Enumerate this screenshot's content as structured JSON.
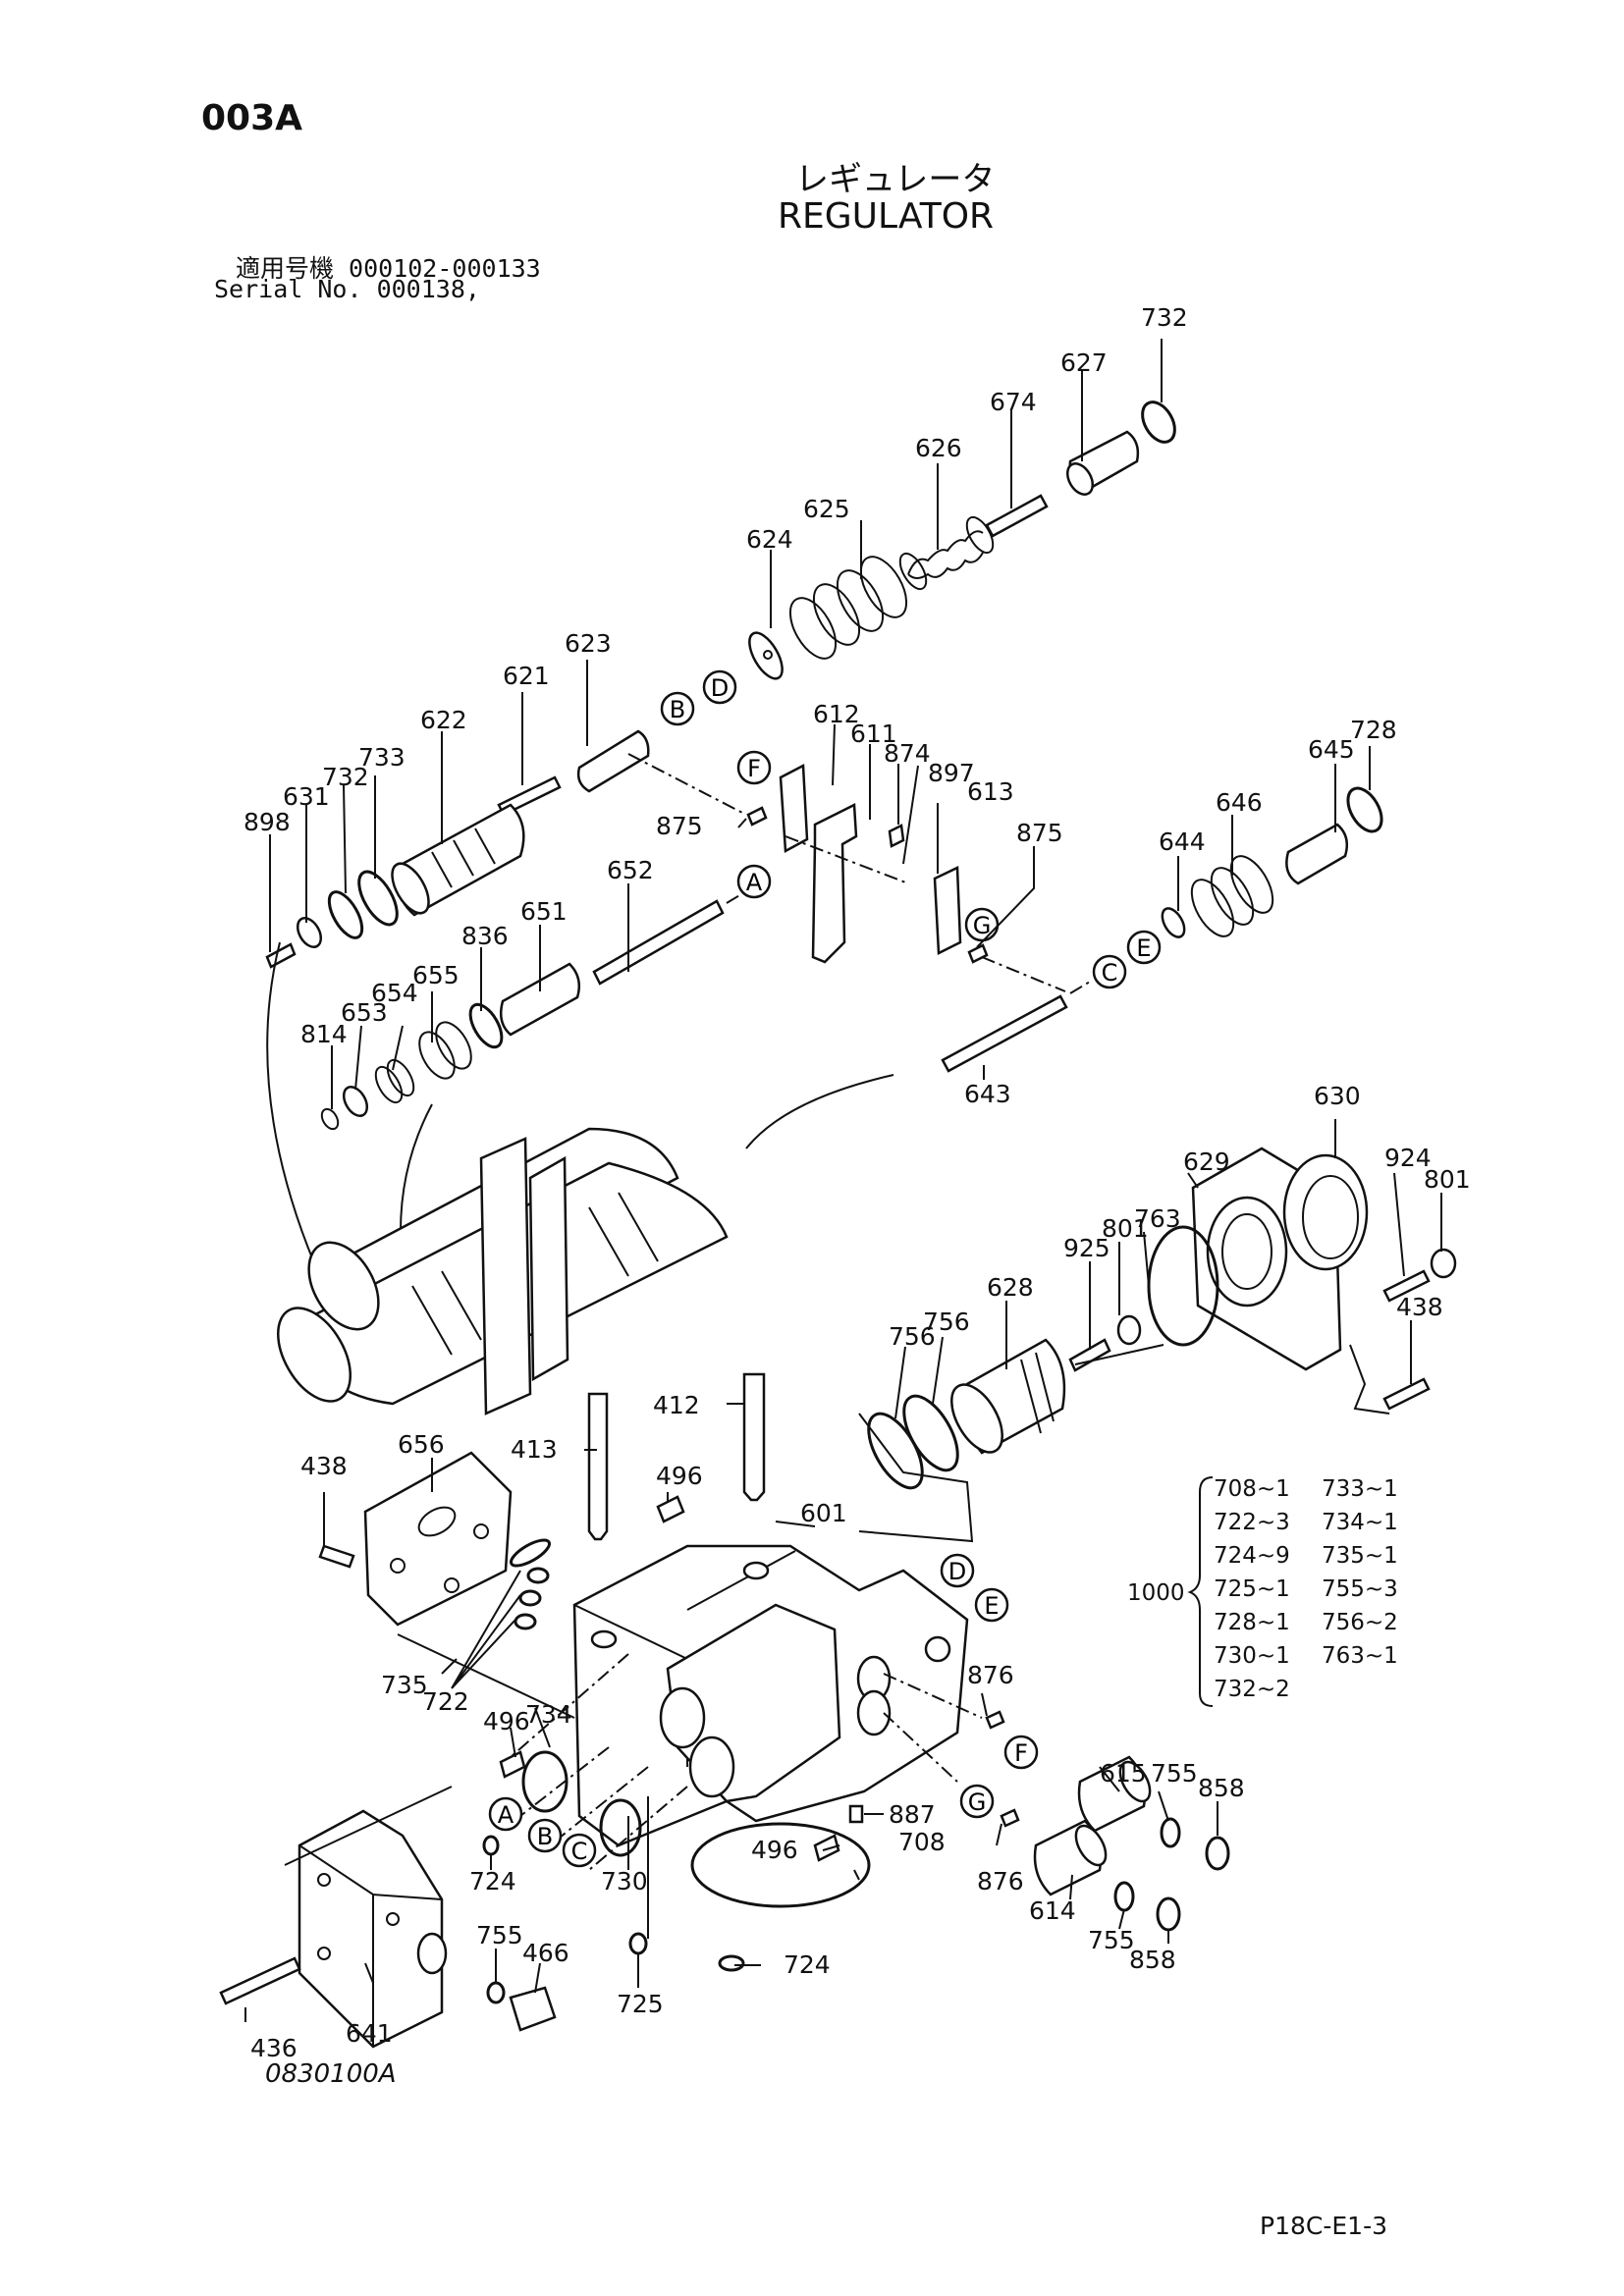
{
  "header": {
    "code": "003A",
    "title_jp": "レギュレータ",
    "title_en": "REGULATOR",
    "serial_jp": "適用号機  000102-000133",
    "serial_en": "Serial No. 000138,"
  },
  "footer": {
    "drawing_no": "0830100A",
    "page_no": "P18C-E1-3"
  },
  "part_labels": [
    {
      "id": "732",
      "text": "732"
    },
    {
      "id": "627",
      "text": "627"
    },
    {
      "id": "674",
      "text": "674"
    },
    {
      "id": "626",
      "text": "626"
    },
    {
      "id": "625",
      "text": "625"
    },
    {
      "id": "624",
      "text": "624"
    },
    {
      "id": "623",
      "text": "623"
    },
    {
      "id": "621",
      "text": "621"
    },
    {
      "id": "622",
      "text": "622"
    },
    {
      "id": "733",
      "text": "733"
    },
    {
      "id": "732b",
      "text": "732"
    },
    {
      "id": "631",
      "text": "631"
    },
    {
      "id": "898",
      "text": "898"
    },
    {
      "id": "612",
      "text": "612"
    },
    {
      "id": "611",
      "text": "611"
    },
    {
      "id": "874",
      "text": "874"
    },
    {
      "id": "897",
      "text": "897"
    },
    {
      "id": "613",
      "text": "613"
    },
    {
      "id": "875a",
      "text": "875"
    },
    {
      "id": "875b",
      "text": "875"
    },
    {
      "id": "728a",
      "text": "728"
    },
    {
      "id": "645",
      "text": "645"
    },
    {
      "id": "646",
      "text": "646"
    },
    {
      "id": "644",
      "text": "644"
    },
    {
      "id": "652",
      "text": "652"
    },
    {
      "id": "651",
      "text": "651"
    },
    {
      "id": "836",
      "text": "836"
    },
    {
      "id": "655",
      "text": "655"
    },
    {
      "id": "654",
      "text": "654"
    },
    {
      "id": "653",
      "text": "653"
    },
    {
      "id": "814",
      "text": "814"
    },
    {
      "id": "643",
      "text": "643"
    },
    {
      "id": "630",
      "text": "630"
    },
    {
      "id": "629",
      "text": "629"
    },
    {
      "id": "924",
      "text": "924"
    },
    {
      "id": "801a",
      "text": "801"
    },
    {
      "id": "763",
      "text": "763"
    },
    {
      "id": "801b",
      "text": "801"
    },
    {
      "id": "925",
      "text": "925"
    },
    {
      "id": "438a",
      "text": "438"
    },
    {
      "id": "628",
      "text": "628"
    },
    {
      "id": "756a",
      "text": "756"
    },
    {
      "id": "756b",
      "text": "756"
    },
    {
      "id": "413",
      "text": "413"
    },
    {
      "id": "412",
      "text": "412"
    },
    {
      "id": "438b",
      "text": "438"
    },
    {
      "id": "656",
      "text": "656"
    },
    {
      "id": "496a",
      "text": "496"
    },
    {
      "id": "601",
      "text": "601"
    },
    {
      "id": "735",
      "text": "735"
    },
    {
      "id": "722",
      "text": "722"
    },
    {
      "id": "496b",
      "text": "496"
    },
    {
      "id": "734",
      "text": "734"
    },
    {
      "id": "876a",
      "text": "876"
    },
    {
      "id": "615",
      "text": "615"
    },
    {
      "id": "755a",
      "text": "755"
    },
    {
      "id": "858a",
      "text": "858"
    },
    {
      "id": "887",
      "text": "887"
    },
    {
      "id": "496c",
      "text": "496"
    },
    {
      "id": "708",
      "text": "708"
    },
    {
      "id": "876b",
      "text": "876"
    },
    {
      "id": "614",
      "text": "614"
    },
    {
      "id": "755b",
      "text": "755"
    },
    {
      "id": "858b",
      "text": "858"
    },
    {
      "id": "724a",
      "text": "724"
    },
    {
      "id": "730",
      "text": "730"
    },
    {
      "id": "725",
      "text": "725"
    },
    {
      "id": "724b",
      "text": "724"
    },
    {
      "id": "755c",
      "text": "755"
    },
    {
      "id": "466",
      "text": "466"
    },
    {
      "id": "436",
      "text": "436"
    },
    {
      "id": "641",
      "text": "641"
    }
  ],
  "letter_tags": [
    "A",
    "B",
    "C",
    "D",
    "E",
    "F",
    "G"
  ],
  "kit": {
    "number": "1000",
    "col1": [
      "708~1",
      "722~3",
      "724~9",
      "725~1",
      "728~1",
      "730~1",
      "732~2"
    ],
    "col2": [
      "733~1",
      "734~1",
      "735~1",
      "755~3",
      "756~2",
      "763~1"
    ]
  },
  "colors": {
    "ink": "#111111",
    "paper": "#ffffff"
  }
}
